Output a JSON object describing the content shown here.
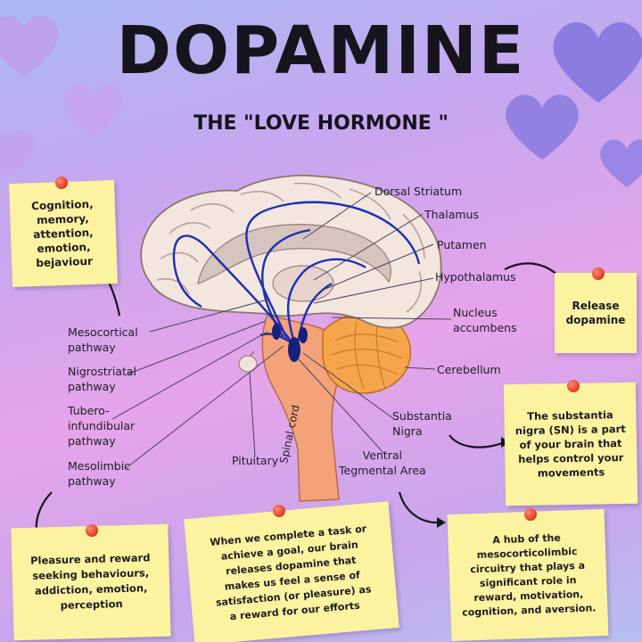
{
  "title": "DOPAMINE",
  "subtitle": "THE \"LOVE HORMONE \"",
  "colors": {
    "background_top": "#aab9f4",
    "background_mid": "#e6a4ea",
    "heart": "#8f7fe0",
    "note": "#fbf39f",
    "pin": "#e2452c",
    "pathway": "#1c2fb0",
    "brain": "#f2e6df",
    "brainstem": "#f4a27a",
    "cerebellum": "#f6a64a"
  },
  "icons": [
    "heart-icon",
    "pushpin-icon",
    "arrow-icon"
  ],
  "notes": {
    "cognition": "Cognition,\nmemory,\nattention,\nemotion,\nbejaviour",
    "release": "Release\ndopamine",
    "substantia": "The substantia\nnigra (SN) is a part\nof your brain that\nhelps control your\nmovements",
    "pleasure": "Pleasure and reward\nseeking behaviours,\naddiction, emotion,\nperception",
    "task": "When we complete a task or\nachieve a goal, our brain\nreleases dopamine that\nmakes us feel a sense of\nsatisfaction (or pleasure) as\na reward for our efforts",
    "hub": "A hub of the\nmesocorticolimbic\ncircuitry that plays a\nsignificant role in\nreward, motivation,\ncognition, and aversion."
  },
  "labels": {
    "dorsal_striatum": "Dorsal Striatum",
    "thalamus": "Thalamus",
    "putamen": "Putamen",
    "hypothalamus": "Hypothalamus",
    "nucleus_accumbens": "Nucleus\naccumbens",
    "cerebellum": "Cerebellum",
    "substantia_nigra": "Substantia\nNigra",
    "ventral_tegmental": "Ventral\nTegmental Area",
    "pituitary": "Pituitary",
    "spinal_cord": "Spinal cord",
    "mesocortical": "Mesocortical\npathway",
    "nigrostriatal": "Nigrostriatal\npathway",
    "tuberoinfundibular": "Tubero-\ninfundibular\npathway",
    "mesolimbic": "Mesolimbic\npathway"
  }
}
